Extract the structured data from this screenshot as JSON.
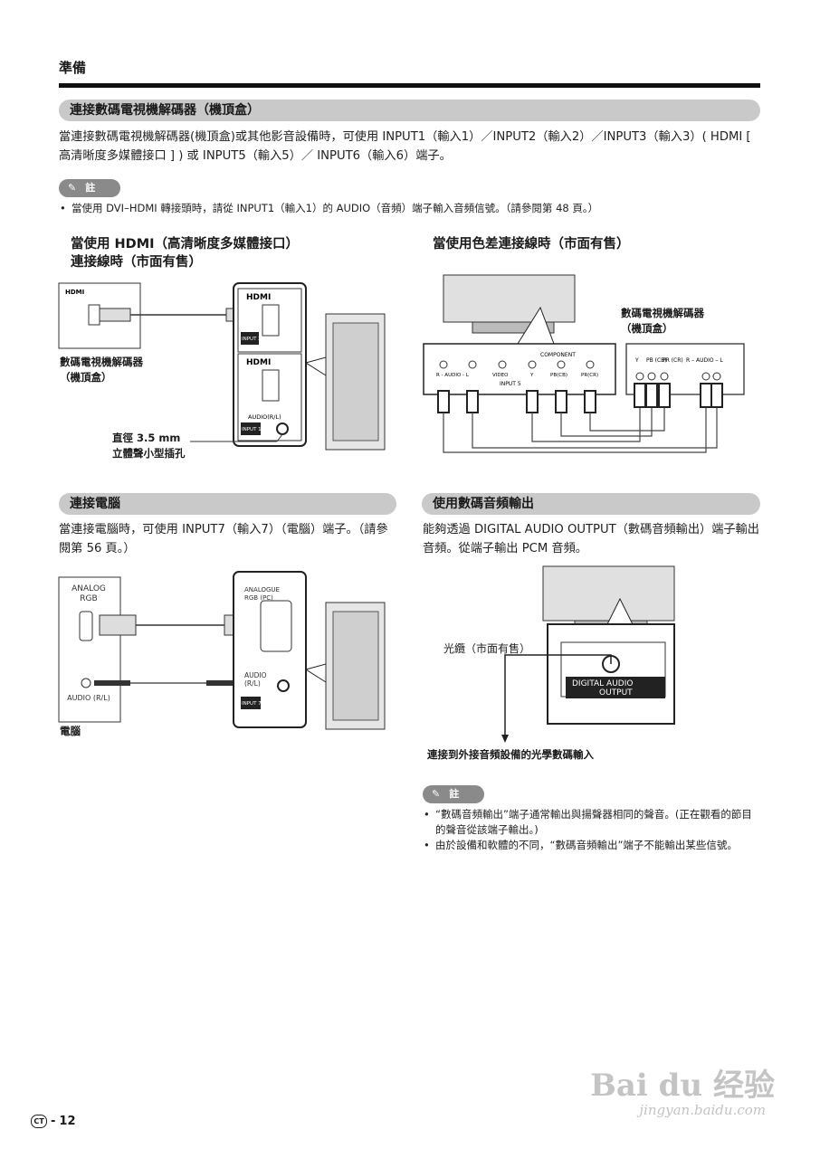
{
  "page": {
    "chapter": "準備",
    "page_number": "12",
    "page_prefix": "CT",
    "page_dash": "-"
  },
  "section1": {
    "title": "連接數碼電視機解碼器（機頂盒）",
    "body": "當連接數碼電視機解碼器(機頂盒)或其他影音設備時，可使用 INPUT1（輸入1）／INPUT2（輸入2）／INPUT3（輸入3）( HDMI [ 高清晰度多媒體接口 ] ) 或 INPUT5（輸入5）／ INPUT6（輸入6）端子。",
    "note_label": "註",
    "note": "當使用 DVI–HDMI 轉接頭時，請從 INPUT1（輸入1）的 AUDIO（音頻）端子輸入音頻信號。（請參閱第 48 頁。）"
  },
  "hdmi_diagram": {
    "heading_line1": "當使用 HDMI（高清晰度多媒體接口）",
    "heading_line2": "連接線時（市面有售）",
    "hdmi_logo": "HDMI",
    "device_label_line1": "數碼電視機解碼器",
    "device_label_line2": "（機頂盒）",
    "input2": "INPUT 2",
    "input1": "INPUT 1",
    "audio": "AUDIO(R/L)",
    "jack_label_line1": "直徑 3.5 mm",
    "jack_label_line2": "立體聲小型插孔"
  },
  "component_diagram": {
    "heading": "當使用色差連接線時（市面有售）",
    "device_label_line1": "數碼電視機解碼器",
    "device_label_line2": "（機頂盒）",
    "component": "COMPONENT",
    "tv_ports": [
      "R - AUDIO - L",
      "VIDEO",
      "Y",
      "PB(CB)",
      "PR(CR)"
    ],
    "input5": "INPUT 5",
    "box_ports": [
      "Y",
      "PB (CB)",
      "PR (CR)",
      "R – AUDIO – L"
    ]
  },
  "section2": {
    "title": "連接電腦",
    "body": "當連接電腦時，可使用 INPUT7（輸入7）（電腦）端子。（請參閱第 56 頁。）",
    "pc_analog": "ANALOG RGB",
    "pc_audio": "AUDIO (R/L)",
    "tv_analogue": "ANALOGUE RGB (PC)",
    "tv_audio": "AUDIO (R/L)",
    "input7": "INPUT 7",
    "pc_label": "電腦"
  },
  "section3": {
    "title": "使用數碼音頻輸出",
    "body": "能夠透過 DIGITAL AUDIO OUTPUT（數碼音頻輸出）端子輸出音頻。從端子輸出 PCM 音頻。",
    "cable_label": "光纜（市面有售）",
    "port_label_line1": "DIGITAL AUDIO",
    "port_label_line2": "OUTPUT",
    "arrow_caption": "連接到外接音頻設備的光學數碼輸入",
    "note_label": "註",
    "notes": [
      "“數碼音頻輸出”端子通常輸出與揚聲器相同的聲音。(正在觀看的節目的聲音從該端子輸出。)",
      "由於設備和軟體的不同，“數碼音頻輸出”端子不能輸出某些信號。"
    ]
  },
  "watermark": {
    "brand": "Bai du 经验",
    "url": "jingyan.baidu.com"
  }
}
